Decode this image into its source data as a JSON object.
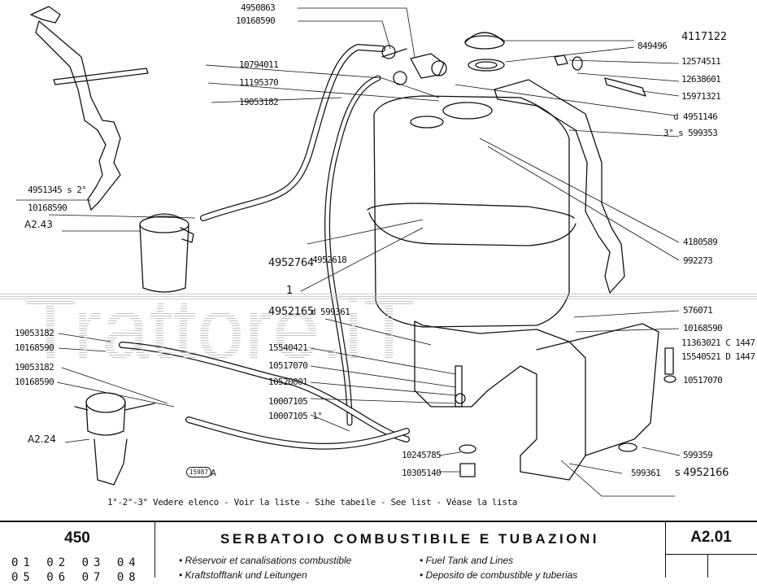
{
  "parts": {
    "p4950863": "4950863",
    "p10168590a": "10168590",
    "p10794011": "10794011",
    "p11195370": "11195370",
    "p19053182a": "19053182",
    "p849496": "849496",
    "p4117122": "4117122",
    "p12574511": "12574511",
    "p12638601": "12638601",
    "p15971321": "15971321",
    "p4951146": "d 4951146",
    "p599353": "3° s 599353",
    "p4951345": "4951345 s 2°",
    "p10168590b": "10168590",
    "pA243": "A2.43",
    "p4180589": "4180589",
    "p992273": "992273",
    "p4952764": "4952764",
    "p4952618": "4952618",
    "p1": "1",
    "p4952165": "4952165",
    "p599361a": "d 599361",
    "p576071": "576071",
    "p10168590c": "10168590",
    "p11363021": "11363021 C 1447",
    "p15540521": "15540521 D 1447",
    "p10517070a": "10517070",
    "p19053182b": "19053182",
    "p10168590d": "10168590",
    "p19053182c": "19053182",
    "p10168590e": "10168590",
    "p15540421": "15540421",
    "p10517070b": "10517070",
    "p10520001": "10520001",
    "p10007105": "10007105",
    "p10007105b": "10007105 1°",
    "pA224": "A2.24",
    "p10245785": "10245785",
    "p10305140": "10305140",
    "p599359": "599359",
    "p599361b": "599361",
    "p4952166": "s 4952166",
    "ref_circle": "15987",
    "ref_a": "A"
  },
  "watermark": "Trattore.iT",
  "footnote": "1°-2°-3° Vedere elenco  -  Voir la liste  -  Sihe tabeile  - See list  -  Véase la lista",
  "footer": {
    "model": "450",
    "codes_row1": "01 02 03 04",
    "codes_row2": "05 06 07 08",
    "title": "SERBATOIO COMBUSTIBILE E TUBAZIONI",
    "fr": "• Réservoir et canalisations combustible",
    "de": "• Kraftstofftank und Leitungen",
    "en": "• Fuel Tank and Lines",
    "es": "• Deposito de combustible y tuberias",
    "page_code": "A2.01"
  }
}
